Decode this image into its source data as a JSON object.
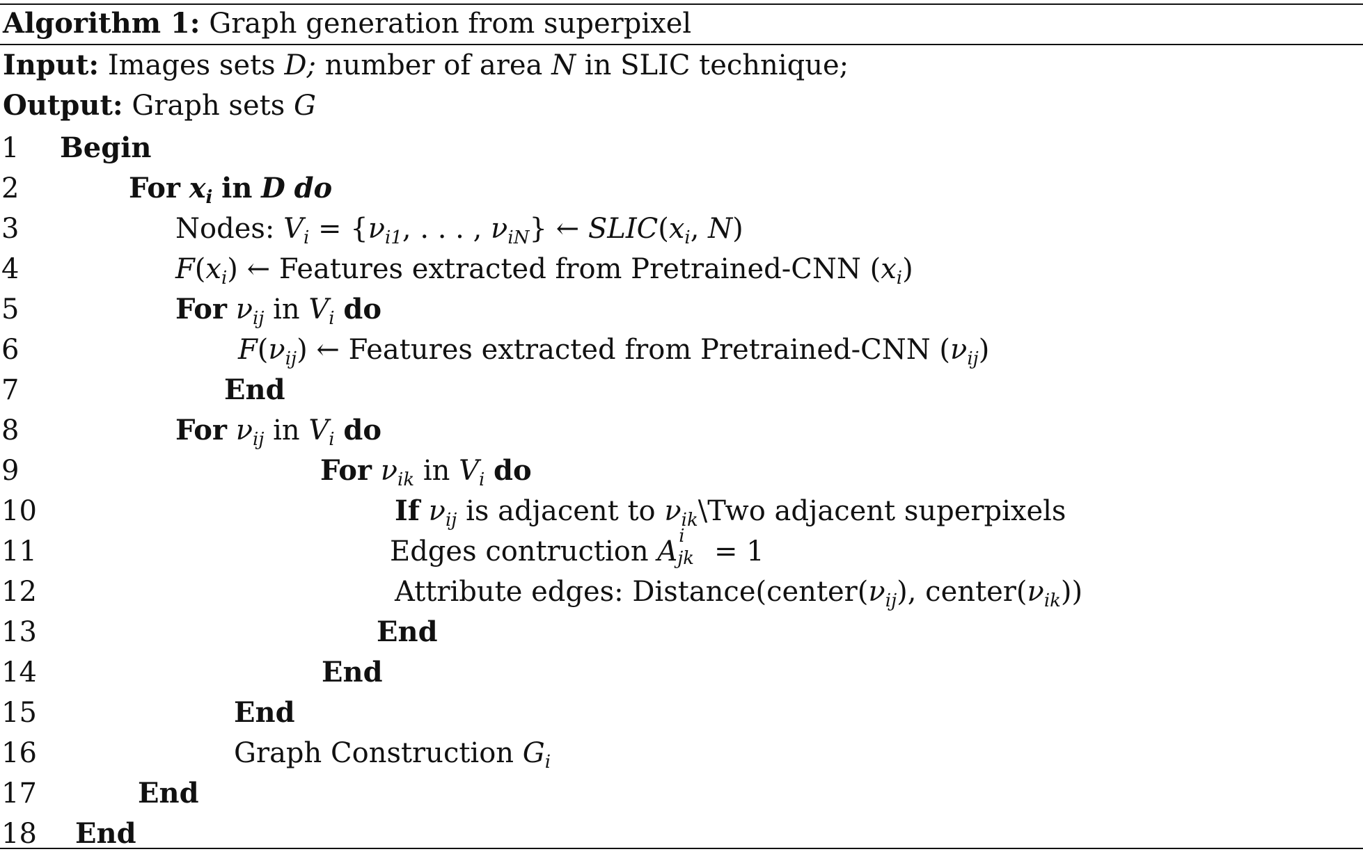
{
  "algorithm": {
    "title_label": "Algorithm 1:",
    "title_text": "Graph generation from superpixel",
    "input_label": "Input:",
    "input_text_a": "Images sets ",
    "input_var_d": "D;",
    "input_text_b": " number of area ",
    "input_var_n": "N",
    "input_text_c": "  in SLIC technique;",
    "output_label": "Output:",
    "output_text": "Graph sets ",
    "output_var": "G"
  },
  "lines": [
    {
      "num": "1",
      "indent": 86
    },
    {
      "num": "2",
      "indent": 185
    },
    {
      "num": "3",
      "indent": 252
    },
    {
      "num": "4",
      "indent": 252
    },
    {
      "num": "5",
      "indent": 252
    },
    {
      "num": "6",
      "indent": 342
    },
    {
      "num": "7",
      "indent": 322
    },
    {
      "num": "8",
      "indent": 252
    },
    {
      "num": "9",
      "indent": 460
    },
    {
      "num": "10",
      "indent": 567
    },
    {
      "num": "11",
      "indent": 560
    },
    {
      "num": "12",
      "indent": 567
    },
    {
      "num": "13",
      "indent": 541
    },
    {
      "num": "14",
      "indent": 462
    },
    {
      "num": "15",
      "indent": 336
    },
    {
      "num": "16",
      "indent": 336
    },
    {
      "num": "17",
      "indent": 198
    },
    {
      "num": "18",
      "indent": 108
    }
  ],
  "tokens": {
    "begin": "Begin",
    "end": "End",
    "for": "For",
    "in": "in",
    "do": "do",
    "if": "If",
    "x": "x",
    "i": "i",
    "D": "D",
    "nodes": "Nodes: ",
    "V": "V",
    "v": "ν",
    "ij": "ij",
    "ik": "ik",
    "i1": "i1",
    "iN": "iN",
    "jk": "jk",
    "F": "F",
    "slic": "SLIC",
    "N": "N",
    "arrow": "←",
    "eq": " = ",
    "set_mid": ", . . . , ",
    "features": "Features extracted from Pretrained-CNN (",
    "adjacent": " is adjacent to ",
    "two_adjacent": "\\Two adjacent superpixels",
    "edges": "Edges contruction  ",
    "A": "A",
    "eq_one": " = 1",
    "attribute": "Attribute edges: Distance(center(",
    "center_mid": "), center(",
    "center_end": "))",
    "graph": "Graph Construction ",
    "G": "G"
  }
}
